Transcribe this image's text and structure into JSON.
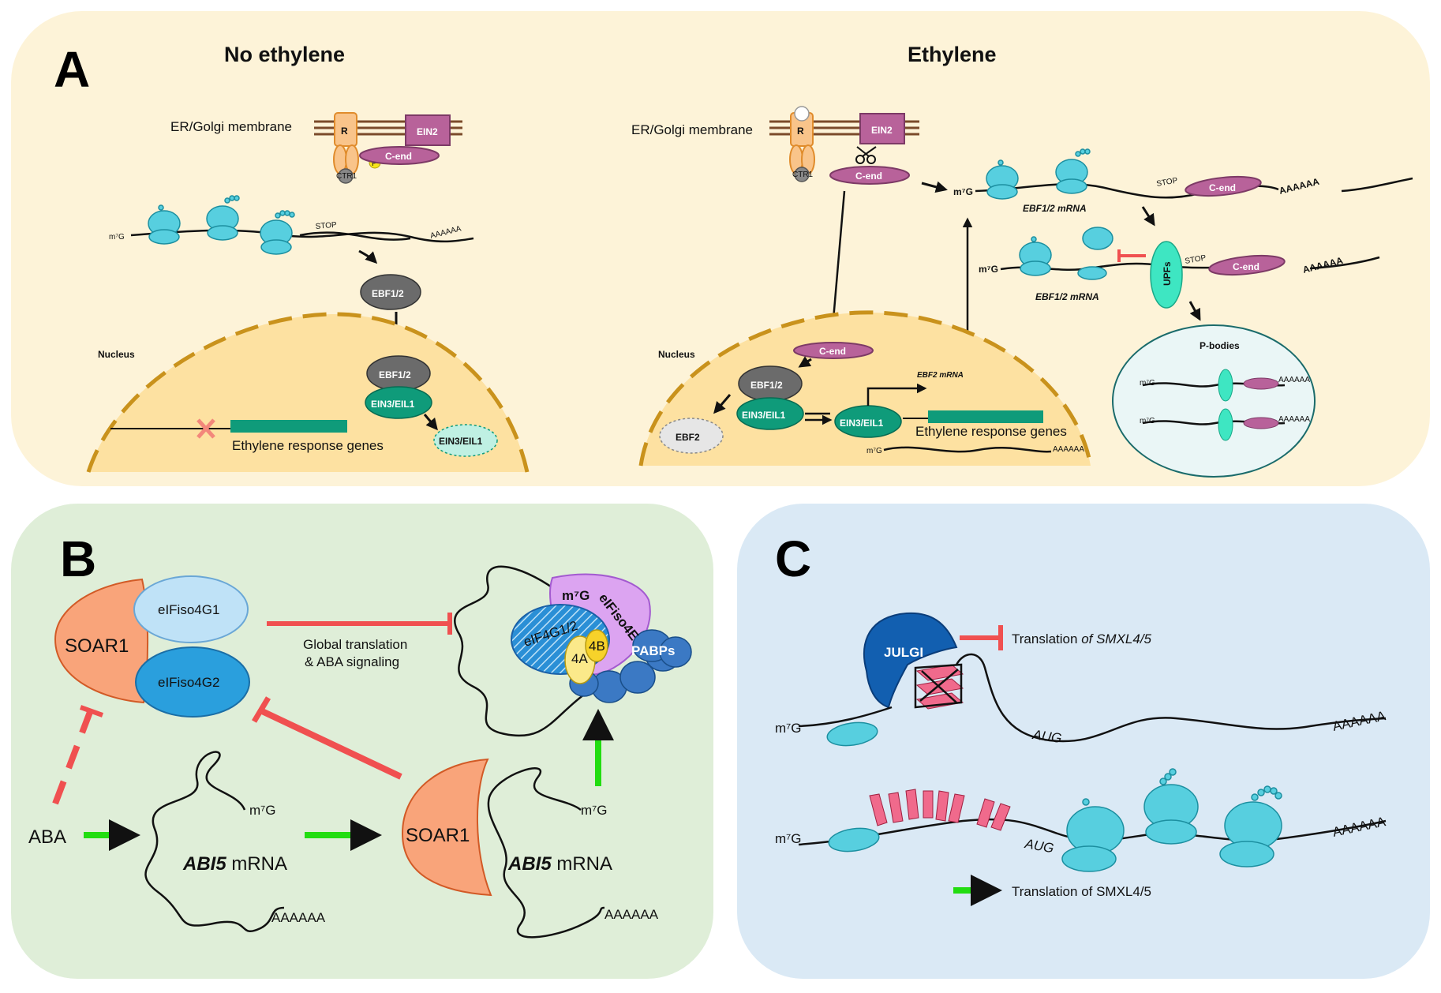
{
  "panels": {
    "a": {
      "letter": "A",
      "no_ethylene": {
        "title": "No ethylene",
        "membrane_label": "ER/Golgi membrane",
        "receptor": "R",
        "ein2": "EIN2",
        "c_end": "C-end",
        "ctr1": "CTR1",
        "phospho": "P",
        "m7g": "m⁷G",
        "stop": "STOP",
        "polya": "AAAAAA",
        "ebf": "EBF1/2",
        "nucleus": "Nucleus",
        "ebf_nuc": "EBF1/2",
        "ein3": "EIN3/EIL1",
        "ein3_degraded": "EIN3/EIL1",
        "response_genes": "Ethylene response genes"
      },
      "ethylene": {
        "title": "Ethylene",
        "membrane_label": "ER/Golgi membrane",
        "receptor": "R",
        "ein2": "EIN2",
        "ctr1": "CTR1",
        "c_end_free": "C-end",
        "m7g_top": "m⁷G",
        "stop_top": "STOP",
        "c_end_top": "C-end",
        "polya_top": "AAAAAA",
        "mrna_top_label": "EBF1/2 mRNA",
        "m7g_mid": "m⁷G",
        "upfs": "UPFs",
        "stop_mid": "STOP",
        "c_end_mid": "C-end",
        "polya_mid": "AAAAAA",
        "mrna_mid_label": "EBF1/2 mRNA",
        "pbodies": "P-bodies",
        "pb_m7g": "m⁷G",
        "pb_polya": "AAAAAA",
        "nucleus": "Nucleus",
        "c_end_nuc": "C-end",
        "ebf_nuc": "EBF1/2",
        "ein3_a": "EIN3/EIL1",
        "ebf2": "EBF2",
        "ein3_b": "EIN3/EIL1",
        "ebf2_mrna": "EBF2 mRNA",
        "response_genes": "Ethylene response genes",
        "m7g_nuc": "m⁷G",
        "polya_nuc": "AAAAAA"
      }
    },
    "b": {
      "letter": "B",
      "soar1_left": "SOAR1",
      "eifiso4g1": "eIFiso4G1",
      "eifiso4g2": "eIFiso4G2",
      "inhibition_label_1": "Global translation",
      "inhibition_label_2": "& ABA signaling",
      "m7g_complex": "m⁷G",
      "eifiso4e": "eIFiso4E",
      "eif4g12": "eIF4G1/2",
      "f4a": "4A",
      "f4b": "4B",
      "pabps": "PABPs",
      "aba": "ABA",
      "m7g_1": "m⁷G",
      "abi5_1_gene": "ABI5",
      "abi5_1_suffix": " mRNA",
      "polya_1": "AAAAAA",
      "soar1_right": "SOAR1",
      "m7g_2": "m⁷G",
      "abi5_2_gene": "ABI5",
      "abi5_2_suffix": " mRNA",
      "polya_2": "AAAAAA"
    },
    "c": {
      "letter": "C",
      "julgi": "JULGI",
      "inhib_text_1": "Translation ",
      "inhib_text_2": "of SMXL4/5",
      "m7g_top": "m⁷G",
      "aug_top": "AUG",
      "polya_top": "AAAAAA",
      "m7g_bottom": "m⁷G",
      "aug_bottom": "AUG",
      "polya_bottom": "AAAAAA",
      "activ_text": "Translation of SMXL4/5"
    }
  },
  "colors": {
    "panel_a_bg": "#fdf3d8",
    "panel_b_bg": "#dfeed8",
    "panel_c_bg": "#dae9f5",
    "nucleus": "#fde1a1",
    "nucleus_border": "#c9921c",
    "ribosome": "#57cfdf",
    "ein2": "#b8629a",
    "receptor": "#f9c48a",
    "ebf": "#6b6b6b",
    "ein3": "#0f9b7a",
    "gene_bar": "#0f9b7a",
    "upfs": "#3ee6c2",
    "soar1": "#f9a47a",
    "eifiso4g1": "#bfe2f7",
    "eifiso4g2": "#2a9fdd",
    "eifiso4e": "#dca4f1",
    "pabps": "#3b79c4",
    "julgi": "#125fb0",
    "g_quadruplex": "#f06a8c",
    "activation": "#22dd11",
    "inhibition": "#f05050"
  }
}
